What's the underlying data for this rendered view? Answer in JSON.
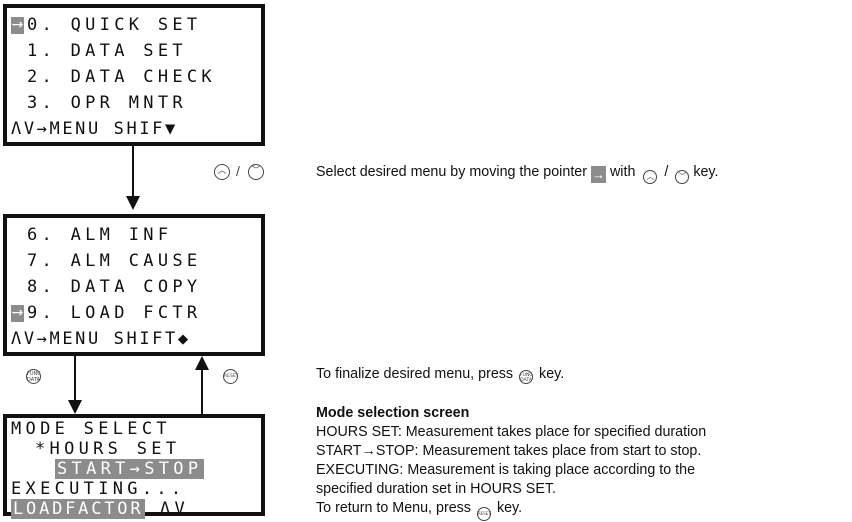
{
  "screen1": {
    "pointer": "→",
    "lines": [
      "0. QUICK SET",
      "1. DATA SET",
      "2. DATA CHECK",
      "3. OPR MNTR",
      "ΛV→MENU SHIF▼"
    ]
  },
  "screen2": {
    "pointer": "→",
    "lines": [
      "6. ALM INF",
      "7. ALM CAUSE",
      "8. DATA COPY",
      "9. LOAD FCTR",
      "ΛV→MENU SHIFT◆"
    ]
  },
  "screen3": {
    "lines": [
      "MODE SELECT",
      "*HOURS SET",
      "START→STOP",
      "EXECUTING...",
      "LOADFACTOR",
      "ΛV"
    ]
  },
  "keys": {
    "up": "︿",
    "down": "﹀",
    "slash": "/",
    "func_data": "FUNC\nDATA",
    "reset": "RESET"
  },
  "descriptions": {
    "select_1": "Select desired menu by moving the pointer",
    "select_pointer": "→",
    "select_2": "with",
    "select_3": "key.",
    "finalize_1": "To finalize desired menu, press",
    "finalize_2": "key.",
    "mode_title": "Mode selection screen",
    "mode_lines": [
      "HOURS SET: Measurement takes place for specified duration",
      "START→STOP: Measurement takes place from start to stop.",
      "EXECUTING: Measurement is taking place according to the",
      "specified duration set in HOURS SET."
    ],
    "return_1": "To return to Menu, press",
    "return_2": "key."
  }
}
